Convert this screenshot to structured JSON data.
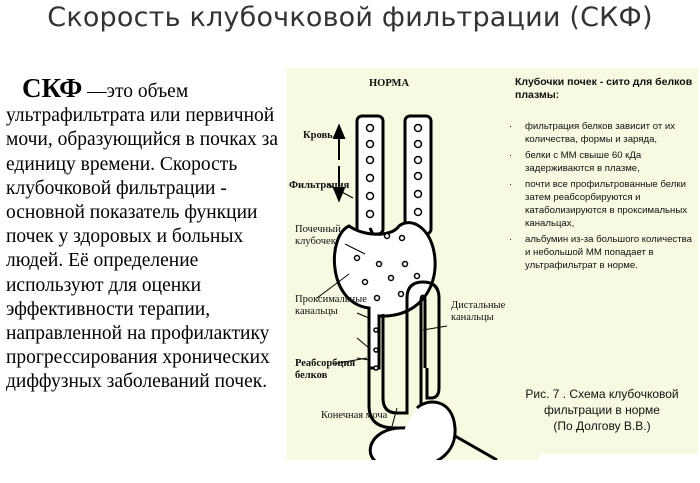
{
  "title": "Скорость клубочковой фильтрации (СКФ)",
  "definition": {
    "term": "СКФ",
    "dash": " —",
    "text": "это объем ультрафильтрата или первичной мочи, образующийся в почках за единицу времени. Скорость клубочковой фильтрации - основной показатель функции почек у здоровых и больных людей. Её определение используют для оценки эффективности терапии, направленной на профилактику прогрессирования хронических диффузных заболеваний почек."
  },
  "diagram": {
    "heading": "НОРМА",
    "labels": {
      "blood": "Кровь",
      "filtration": "Фильтрация",
      "glomerulus_line1": "Почечный",
      "glomerulus_line2": "клубочек",
      "proximal_line1": "Проксимальные",
      "proximal_line2": "канальцы",
      "distal_line1": "Дистальные",
      "distal_line2": "канальцы",
      "reabsorption_line1": "Реабсорбция",
      "reabsorption_line2": "белков",
      "final_urine": "Конечная моча"
    },
    "notes_title": "Клубочки почек - сито для белков плазмы:",
    "bullet_symbol": "·",
    "notes": [
      "фильтрация белков зависит от их количества, формы и заряда,",
      "белки с ММ свыше 60 кДа задерживаются в плазме,",
      "почти все профильтрованные белки затем реабсорбируются и катаболизируются в проксимальных канальцах,",
      "альбумин из-за большого количества и небольшой ММ попадает в ультрафильтрат в норме."
    ],
    "caption_line1": "Рис. 7 . Схема клубочковой",
    "caption_line2": "фильтрации в норме",
    "caption_line3": "(По Долгову В.В.)"
  }
}
